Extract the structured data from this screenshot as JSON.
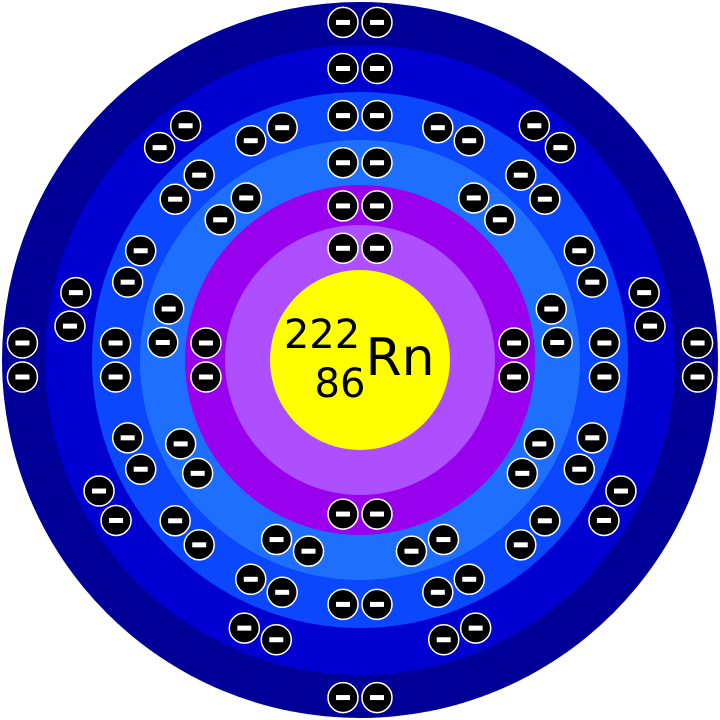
{
  "atom": {
    "mass_number": "222",
    "atomic_number": "86",
    "symbol": "Rn"
  },
  "shells": [
    {
      "name": "shell-1",
      "electrons": 2,
      "color": "#ad4fff"
    },
    {
      "name": "shell-2",
      "electrons": 8,
      "color": "#9900ee"
    },
    {
      "name": "shell-3",
      "electrons": 18,
      "color": "#1f6fff"
    },
    {
      "name": "shell-4",
      "electrons": 32,
      "color": "#0a47ff"
    },
    {
      "name": "shell-5",
      "electrons": 18,
      "color": "#0000d0"
    },
    {
      "name": "shell-6",
      "electrons": 8,
      "color": "#000099"
    }
  ],
  "colors": {
    "nucleus": "#ffff00",
    "electron": "#000000",
    "minus_sign": "#ffffff",
    "outline": "#000000"
  },
  "icons": {
    "electron": "electron-minus-icon"
  }
}
